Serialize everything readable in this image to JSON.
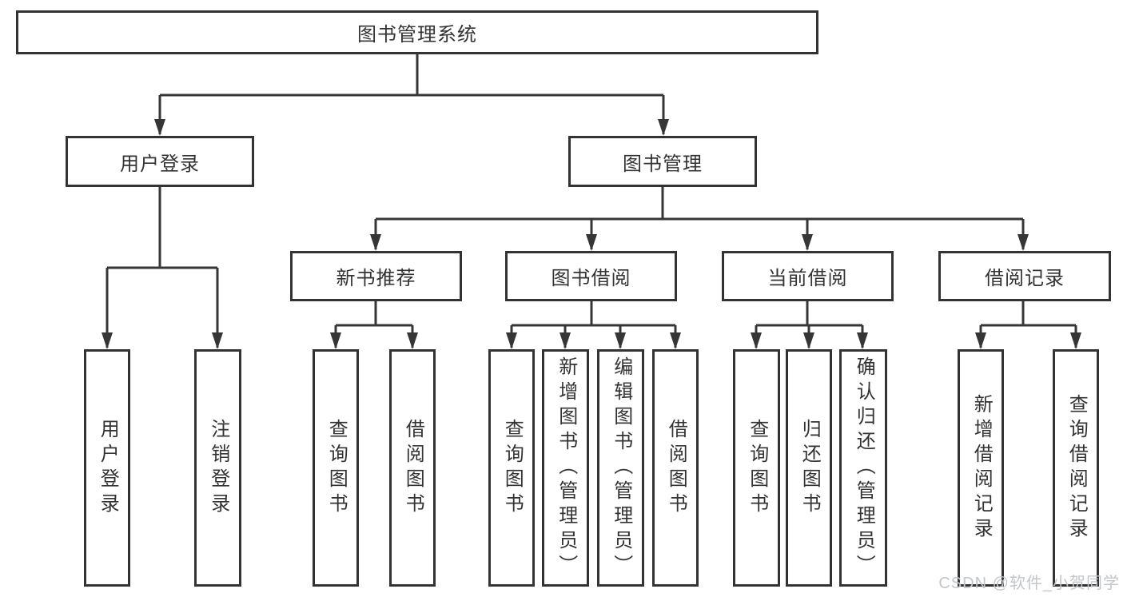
{
  "diagram": {
    "colors": {
      "line": "#363636",
      "node_border": "#333333",
      "text": "#333333",
      "background": "#ffffff",
      "watermark": "#c3c6c9"
    },
    "tree": {
      "root": {
        "label": "图书管理系统",
        "children": [
          {
            "label": "用户登录",
            "children": [
              {
                "label": "用户登录"
              },
              {
                "label": "注销登录"
              }
            ]
          },
          {
            "label": "图书管理",
            "children": [
              {
                "label": "新书推荐",
                "children": [
                  {
                    "label": "查询图书"
                  },
                  {
                    "label": "借阅图书"
                  }
                ]
              },
              {
                "label": "图书借阅",
                "children": [
                  {
                    "label": "查询图书"
                  },
                  {
                    "label": "新增图书（管理员）"
                  },
                  {
                    "label": "编辑图书（管理员）"
                  },
                  {
                    "label": "借阅图书"
                  }
                ]
              },
              {
                "label": "当前借阅",
                "children": [
                  {
                    "label": "查询图书"
                  },
                  {
                    "label": "归还图书"
                  },
                  {
                    "label": "确认归还（管理员）"
                  }
                ]
              },
              {
                "label": "借阅记录",
                "children": [
                  {
                    "label": "新增借阅记录"
                  },
                  {
                    "label": "查询借阅记录"
                  }
                ]
              }
            ]
          }
        ]
      }
    },
    "watermark": {
      "text": "CSDN @软件_小贺同学"
    }
  }
}
